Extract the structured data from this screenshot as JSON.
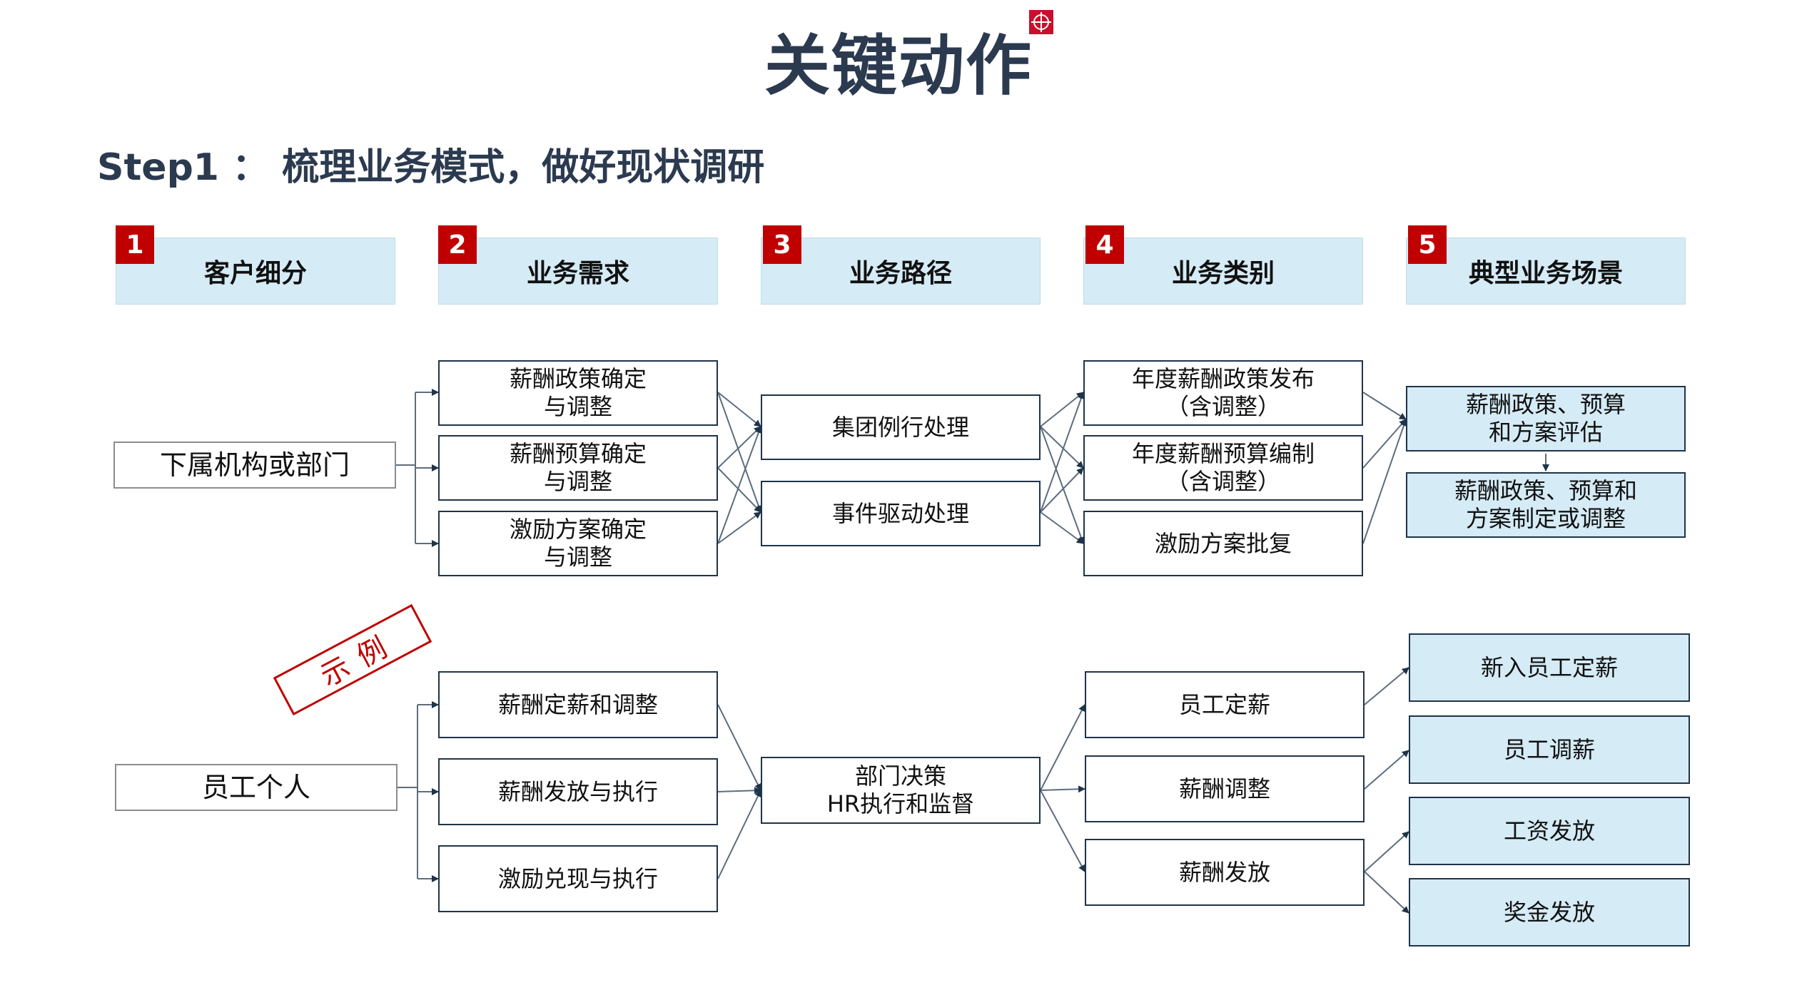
{
  "title": "关键动作",
  "step_title": "Step1 ： 梳理业务模式，做好现状调研",
  "stamp": "示例",
  "headers": [
    {
      "num": "1",
      "label": "客户细分"
    },
    {
      "num": "2",
      "label": "业务需求"
    },
    {
      "num": "3",
      "label": "业务路径"
    },
    {
      "num": "4",
      "label": "业务类别"
    },
    {
      "num": "5",
      "label": "典型业务场景"
    }
  ],
  "group1": {
    "customer": "下属机构或部门",
    "needs": [
      "薪酬政策确定\n与调整",
      "薪酬预算确定\n与调整",
      "激励方案确定\n与调整"
    ],
    "paths": [
      "集团例行处理",
      "事件驱动处理"
    ],
    "categories": [
      "年度薪酬政策发布\n（含调整）",
      "年度薪酬预算编制\n（含调整）",
      "激励方案批复"
    ],
    "scenarios": [
      "薪酬政策、预算\n和方案评估",
      "薪酬政策、预算和\n方案制定或调整"
    ]
  },
  "group2": {
    "customer": "员工个人",
    "needs": [
      "薪酬定薪和调整",
      "薪酬发放与执行",
      "激励兑现与执行"
    ],
    "path": "部门决策\nHR执行和监督",
    "categories": [
      "员工定薪",
      "薪酬调整",
      "薪酬发放"
    ],
    "scenarios": [
      "新入员工定薪",
      "员工调薪",
      "工资发放",
      "奖金发放"
    ]
  },
  "colors": {
    "accent_red": "#c00000",
    "header_blue": "#d5ebf6",
    "title_navy": "#2b3a4f",
    "box_border": "#1f3449"
  }
}
